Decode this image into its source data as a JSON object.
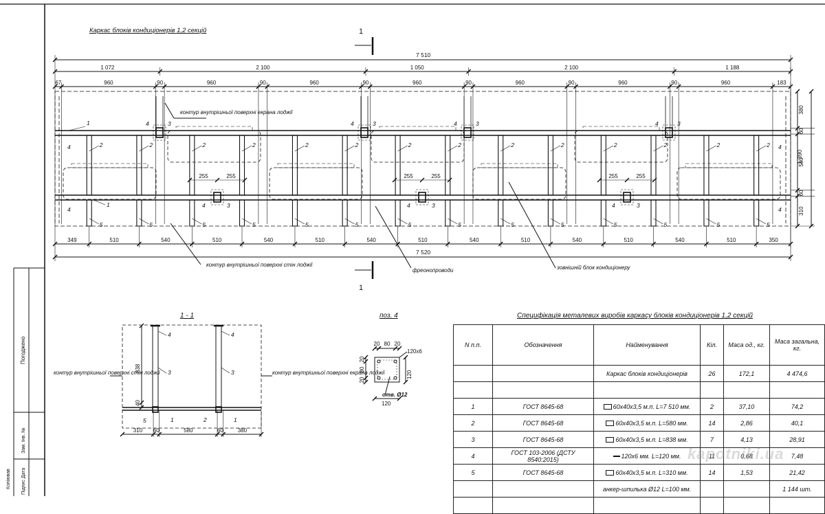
{
  "plan": {
    "title": "Каркас блоків кондиціонерів 1,2 секцій",
    "section_mark": "1",
    "overall_top": "7 510",
    "overall_bottom": "7 520",
    "seg_top": [
      "1 072",
      "2 100",
      "1 050",
      "2 100",
      "1 188"
    ],
    "seg_row2": [
      "67",
      "960",
      "90",
      "960",
      "90",
      "960",
      "90",
      "960",
      "90",
      "960",
      "90",
      "960",
      "90",
      "960",
      "183"
    ],
    "seg_bottom": [
      "349",
      "510",
      "540",
      "510",
      "540",
      "510",
      "540",
      "510",
      "540",
      "510",
      "540",
      "510",
      "540",
      "510",
      "350"
    ],
    "right_dims": [
      "380",
      "60",
      "580",
      "60",
      "310"
    ],
    "height_dim": "1 390",
    "dim_255": "255",
    "labels": {
      "screen_contour": "контур внутрішньої поверхні екрана лоджії",
      "wall_contour": "контур внутрішньої поверхні стін лоджії",
      "freon": "фреонопроводи",
      "outdoor_unit": "зовнішній блок кондиціонеру"
    }
  },
  "section": {
    "title": "1 - 1",
    "dims_bottom": [
      "310",
      "60",
      "580",
      "60",
      "380"
    ],
    "dim_838": "838",
    "dim_40": "40",
    "wall_label": "контур внутрішньої поверхні стін лоджії",
    "screen_label": "контур внутрішньої поверхні екрана лоджії"
  },
  "detail": {
    "title": "поз. 4",
    "dims_top": [
      "20",
      "80",
      "20"
    ],
    "dims_left": [
      "20",
      "80",
      "20"
    ],
    "dim_side": "120",
    "dim_bottom": "120",
    "plate": "120x6",
    "hole": "отв. Ø12"
  },
  "spec": {
    "title": "Специфікація металевих виробів каркасу блоків кондиціонерів 1,2 секцій",
    "headers": {
      "n": "N п.п.",
      "designation": "Обозначення",
      "name": "Найменування",
      "qty": "Кіл.",
      "unit_mass": "Маса од., кг.",
      "total_mass": "Маса загальна, кг."
    },
    "rows": [
      {
        "n": "",
        "designation": "",
        "name": "Каркас блоків кондиціонерів",
        "qty": "26",
        "unit": "172,1",
        "total": "4 474,6",
        "icon": ""
      },
      {
        "n": "",
        "designation": "",
        "name": "",
        "qty": "",
        "unit": "",
        "total": "",
        "icon": ""
      },
      {
        "n": "1",
        "designation": "ГОСТ 8645-68",
        "name": "60x40x3,5 м.п. L=7 510 мм.",
        "qty": "2",
        "unit": "37,10",
        "total": "74,2",
        "icon": "profile"
      },
      {
        "n": "2",
        "designation": "ГОСТ 8645-68",
        "name": "60x40x3,5 м.п. L=580 мм.",
        "qty": "14",
        "unit": "2,86",
        "total": "40,1",
        "icon": "profile"
      },
      {
        "n": "3",
        "designation": "ГОСТ 8645-68",
        "name": "60x40x3,5 м.п. L=838 мм.",
        "qty": "7",
        "unit": "4,13",
        "total": "28,91",
        "icon": "profile"
      },
      {
        "n": "4",
        "designation": "ГОСТ 103-2006 (ДСТУ 8540:2015)",
        "name": "120x6 мм. L=120 мм.",
        "qty": "11",
        "unit": "0,68",
        "total": "7,48",
        "icon": "strip"
      },
      {
        "n": "5",
        "designation": "ГОСТ 8645-68",
        "name": "60x40x3,5 м.п. L=310 мм.",
        "qty": "14",
        "unit": "1,53",
        "total": "21,42",
        "icon": "profile"
      },
      {
        "n": "",
        "designation": "",
        "name": "анкер-шпилька Ø12 L=100 мм.",
        "qty": "",
        "unit": "",
        "total": "1 144 шт.",
        "icon": ""
      },
      {
        "n": "",
        "designation": "",
        "name": "",
        "qty": "",
        "unit": "",
        "total": "",
        "icon": ""
      }
    ]
  },
  "stamp": {
    "approved": "Погоджено",
    "replaced": "Зам. Інв. №",
    "copied": "Копіював",
    "sig_date": "Підпис Дата"
  },
  "watermark": "kapotniki.ua"
}
